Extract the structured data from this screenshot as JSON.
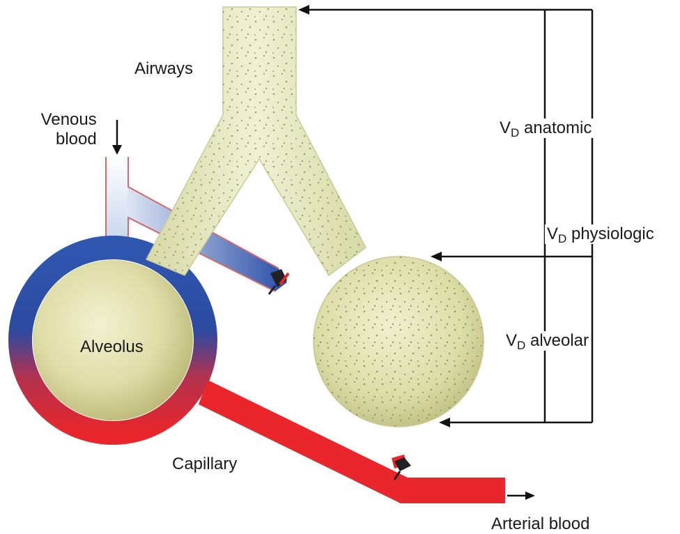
{
  "labels": {
    "airways": "Airways",
    "venous_line1": "Venous",
    "venous_line2": "blood",
    "alveolus": "Alveolus",
    "capillary": "Capillary",
    "arterial": "Arterial blood"
  },
  "dead_space": {
    "prefix": "V",
    "subscript": "D",
    "anatomic": "anatomic",
    "physiologic": "physiologic",
    "alveolar": "alveolar"
  },
  "colors": {
    "airway_fill": "#e4e6bd",
    "alveolus_fill": "#d8d698",
    "venous": "#2b4fa8",
    "arterial": "#e8262b",
    "stipple": "#8e9a5e",
    "line": "#111111"
  }
}
